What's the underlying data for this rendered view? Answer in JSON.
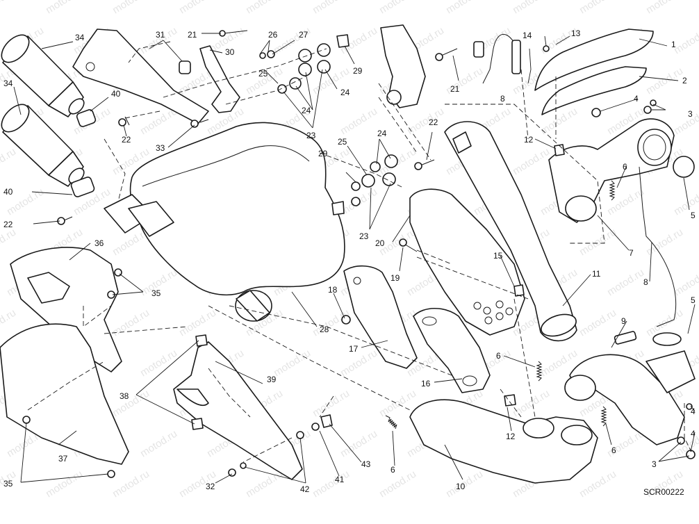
{
  "diagram": {
    "code": "SCR00222",
    "watermark": "motod.ru",
    "callouts": [
      "1",
      "2",
      "3",
      "4",
      "5",
      "6",
      "7",
      "8",
      "9",
      "10",
      "11",
      "12",
      "13",
      "14",
      "15",
      "16",
      "17",
      "18",
      "19",
      "20",
      "21",
      "22",
      "23",
      "24",
      "25",
      "26",
      "27",
      "28",
      "29",
      "30",
      "31",
      "32",
      "33",
      "34",
      "35",
      "36",
      "37",
      "38",
      "39",
      "40",
      "41",
      "42",
      "43"
    ]
  }
}
